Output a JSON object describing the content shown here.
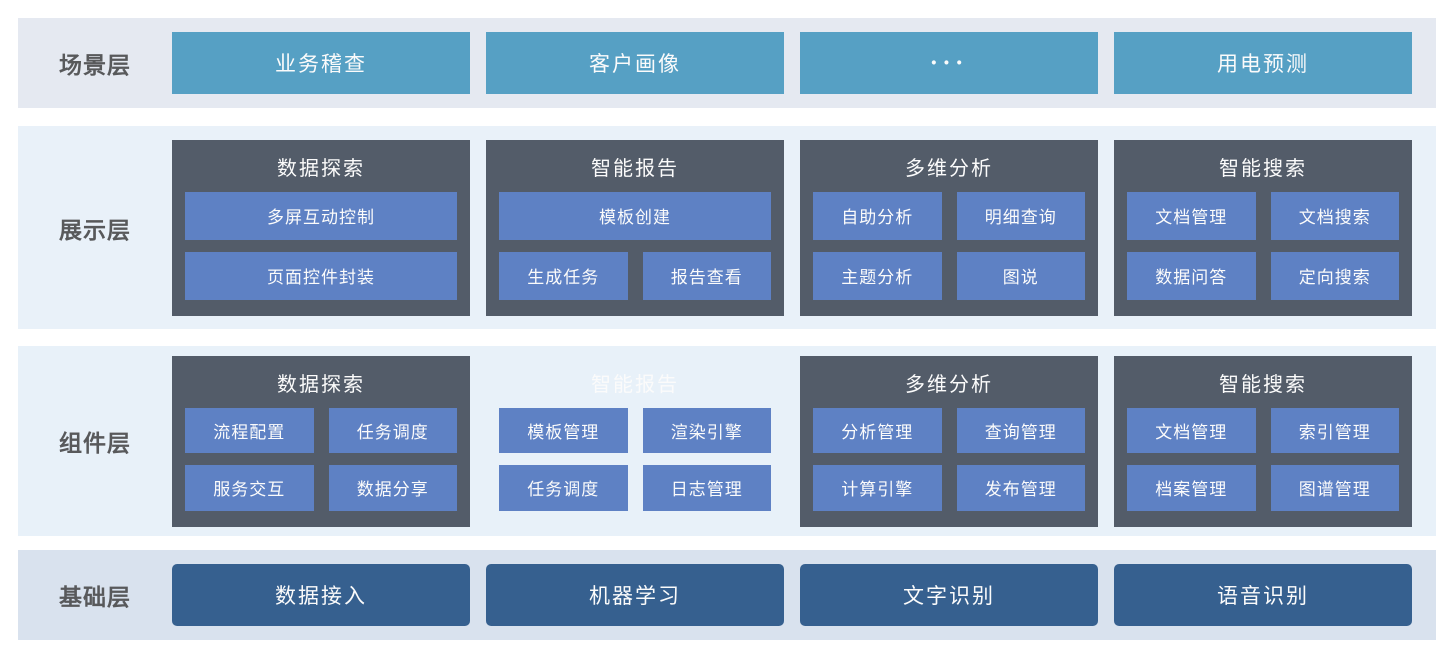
{
  "colors": {
    "page_bg": "#ffffff",
    "scenario_band_bg": "#e5e9f1",
    "presentation_band_bg": "#e9f1f9",
    "component_band_bg": "#e8f1f9",
    "foundation_band_bg": "#d9e2ee",
    "scenario_button_bg": "#56a0c4",
    "group_bg": "#535c69",
    "item_bg": "#5e81c4",
    "foundation_button_bg": "#36608f",
    "label_color": "#58595b",
    "box_text_color": "#fbfbfb"
  },
  "layers": [
    {
      "id": "scenario",
      "label": "场景层",
      "type": "buttons",
      "buttons": [
        "业务稽查",
        "客户画像",
        "···",
        "用电预测"
      ]
    },
    {
      "id": "presentation",
      "label": "展示层",
      "type": "groups",
      "groups": [
        {
          "title": "数据探索",
          "layout": "full-rows",
          "items": [
            "多屏互动控制",
            "页面控件封装"
          ]
        },
        {
          "title": "智能报告",
          "layout": "full-then-pair",
          "items": [
            "模板创建",
            "生成任务",
            "报告查看"
          ]
        },
        {
          "title": "多维分析",
          "layout": "pairs",
          "items": [
            "自助分析",
            "明细查询",
            "主题分析",
            "图说"
          ]
        },
        {
          "title": "智能搜索",
          "layout": "pairs",
          "items": [
            "文档管理",
            "文档搜索",
            "数据问答",
            "定向搜索"
          ]
        }
      ]
    },
    {
      "id": "component",
      "label": "组件层",
      "type": "groups",
      "groups": [
        {
          "title": "数据探索",
          "layout": "pairs",
          "items": [
            "流程配置",
            "任务调度",
            "服务交互",
            "数据分享"
          ]
        },
        {
          "title": "智能报告",
          "layout": "pairs",
          "frameless": true,
          "items": [
            "模板管理",
            "渲染引擎",
            "任务调度",
            "日志管理"
          ]
        },
        {
          "title": "多维分析",
          "layout": "pairs",
          "items": [
            "分析管理",
            "查询管理",
            "计算引擎",
            "发布管理"
          ]
        },
        {
          "title": "智能搜索",
          "layout": "pairs",
          "items": [
            "文档管理",
            "索引管理",
            "档案管理",
            "图谱管理"
          ]
        }
      ]
    },
    {
      "id": "foundation",
      "label": "基础层",
      "type": "buttons",
      "buttons": [
        "数据接入",
        "机器学习",
        "文字识别",
        "语音识别"
      ]
    }
  ]
}
